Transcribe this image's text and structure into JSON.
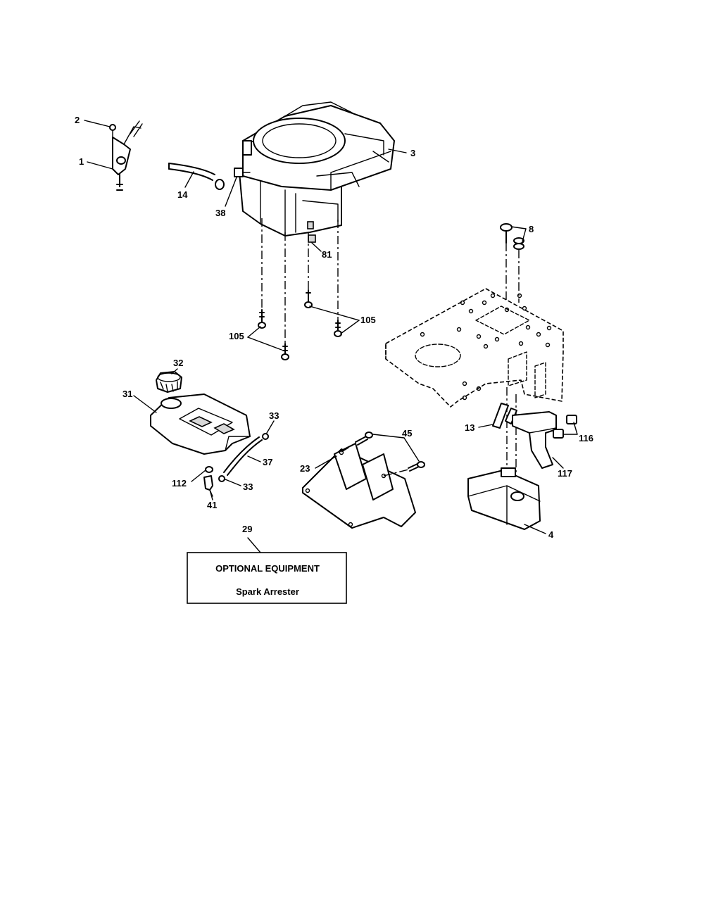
{
  "callouts": {
    "c1": "1",
    "c2": "2",
    "c3": "3",
    "c4": "4",
    "c8": "8",
    "c13": "13",
    "c14": "14",
    "c23": "23",
    "c29": "29",
    "c31": "31",
    "c32": "32",
    "c33a": "33",
    "c33b": "33",
    "c37": "37",
    "c38": "38",
    "c41": "41",
    "c45": "45",
    "c81": "81",
    "c105a": "105",
    "c105b": "105",
    "c112": "112",
    "c116": "116",
    "c117": "117"
  },
  "optional_box": {
    "title": "OPTIONAL EQUIPMENT",
    "item": "Spark Arrester"
  }
}
